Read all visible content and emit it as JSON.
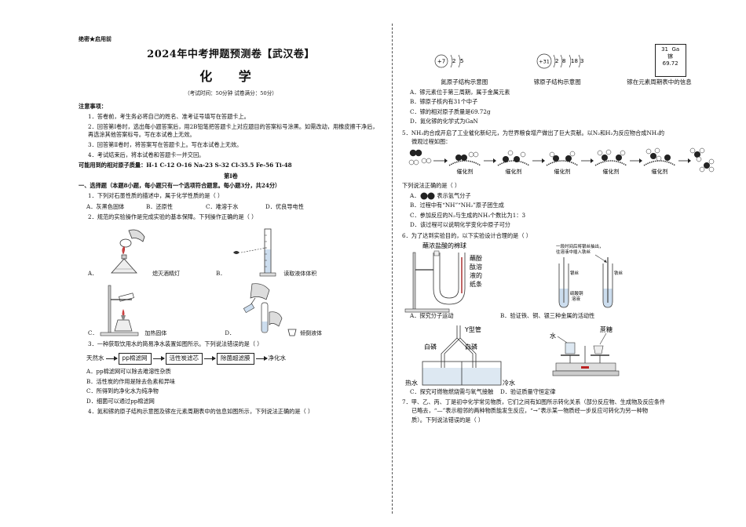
{
  "header": {
    "secret": "绝密★启用前",
    "title": "2024年中考押题预测卷【武汉卷】",
    "subject": "化  学",
    "time_info": "（考试时间：50分钟  试卷满分：50分）"
  },
  "notice": {
    "heading": "注意事项：",
    "items": [
      "1．答卷前，考生务必将自己的姓名、准考证号填写在答题卡上。",
      "2．回答第Ⅰ卷时，选出每小题答案后，用2B铅笔把答题卡上对应题目的答案标号涂黑。如需改动，用橡皮擦干净后，再选涂其他答案标号。写在本试卷上无效。",
      "3．回答第Ⅱ卷时，将答案写在答题卡上。写在本试卷上无效。",
      "4．考试结束后，将本试卷和答题卡一并交回。"
    ],
    "atomic_masses": "可能用到的相对原子质量：H-1  C-12  O-16  Na-23  S-32  Cl-35.5  Fe-56  Ti-48"
  },
  "section1": {
    "title": "第Ⅰ卷",
    "instructions": "一、选择题（本题8小题，每小题只有一个选项符合题意。每小题3分，共24分）"
  },
  "q1": {
    "stem": "1．下列对石墨性质的描述中，属于化学性质的是（      ）",
    "options": [
      "A．灰黑色固体",
      "B．还原性",
      "C．难溶于水",
      "D．优良导电性"
    ]
  },
  "q2": {
    "stem": "2．规范的实验操作是完成实验的基本保障。下列操作正确的是（      ）",
    "A_label": "A．",
    "A_caption": "熄灭酒精灯",
    "B_label": "B．",
    "B_caption": "读取液体体积",
    "C_label": "C．",
    "C_caption": "加热固体",
    "D_label": "D．",
    "D_caption": "倾倒液体"
  },
  "q3": {
    "stem": "3．一种获取饮用水的简易净水装置如图所示。下列说法错误的是（      ）",
    "flow": [
      "天然水",
      "pp棉滤网",
      "活性炭滤芯",
      "除菌超滤膜",
      "净化水"
    ],
    "options": [
      "A．pp棉滤网可以除去难溶性杂质",
      "B．活性炭的作用是除去色素和异味",
      "C．所得到的净化水为纯净物",
      "D．细菌可以通过pp棉滤网"
    ]
  },
  "q4": {
    "stem": "4．氮和镓的原子结构示意图及镓在元素周期表中的信息如图所示，下列说法正确的是（      ）",
    "n_nucleus": "+7",
    "n_shells": [
      "2",
      "5"
    ],
    "ga_nucleus": "+31",
    "ga_shells": [
      "2",
      "8",
      "18",
      "3"
    ],
    "ga_symbol": "Ga",
    "ga_number": "31",
    "ga_name": "镓",
    "ga_mass": "69.72",
    "captions": [
      "氮原子结构示意图",
      "镓原子结构示意图",
      "镓在元素周期表中的信息"
    ],
    "options": [
      "A．镓元素位于第三周期，属于金属元素",
      "B．镓原子核内有31个中子",
      "C．镓的相对原子质量是69.72g",
      "D．氮化镓的化学式为GaN"
    ]
  },
  "q5": {
    "stem1": "5．NH₃的合成开启了工业催化新纪元，为世界粮食增产做出了巨大贡献。以N₂和H₂为反应物合成NH₃的",
    "stem2": "微观过程如图：",
    "catalyst": "催化剂",
    "question": "下列说法正确的是（      ）",
    "options": [
      "表示氢气分子",
      "B．过程中有“NH”“NH₂”原子团生成",
      "C．参加反应的N₂与生成的NH₃个数比为1：3",
      "D．该过程可以说明化学变化中原子可分"
    ],
    "optA_label": "A．"
  },
  "q6": {
    "stem": "6．为了达到实验目的，以下实验设计合理的是（      ）",
    "A_top": "蘸浓盐酸的棉球",
    "A_side": [
      "蘸酚",
      "酞溶",
      "液的",
      "纸条"
    ],
    "B_note1": "一段时间后将银丝抽出，",
    "B_note2": "往溶液中插入铁丝",
    "B_ag": "银丝",
    "B_fe": "铁丝",
    "B_sol1": "硫酸铜",
    "B_sol2": "溶液",
    "A_caption": "A．探究分子运动",
    "B_caption": "B．验证铁、铜、银三种金属的活动性",
    "C_ytube": "Y型管",
    "C_wp1": "白磷",
    "C_wp2": "白磷",
    "C_hot": "热水",
    "C_cold": "冷水",
    "D_water": "水",
    "D_sugar": "蔗糖",
    "C_caption": "C．探究可燃物燃烧需与氧气接触",
    "D_caption": "D．验证质量守恒定律"
  },
  "q7": {
    "line1": "7．甲、乙、丙、丁是初中化学常见物质，它们之间有如图所示转化关系（部分反应物、生成物及反应条件",
    "line2": "已略去，“—”表示相邻的两种物质能发生反应，“→”表示某一物质经一步反应可转化为另一种物",
    "line3": "质）。下列说法错误的是（      ）"
  }
}
